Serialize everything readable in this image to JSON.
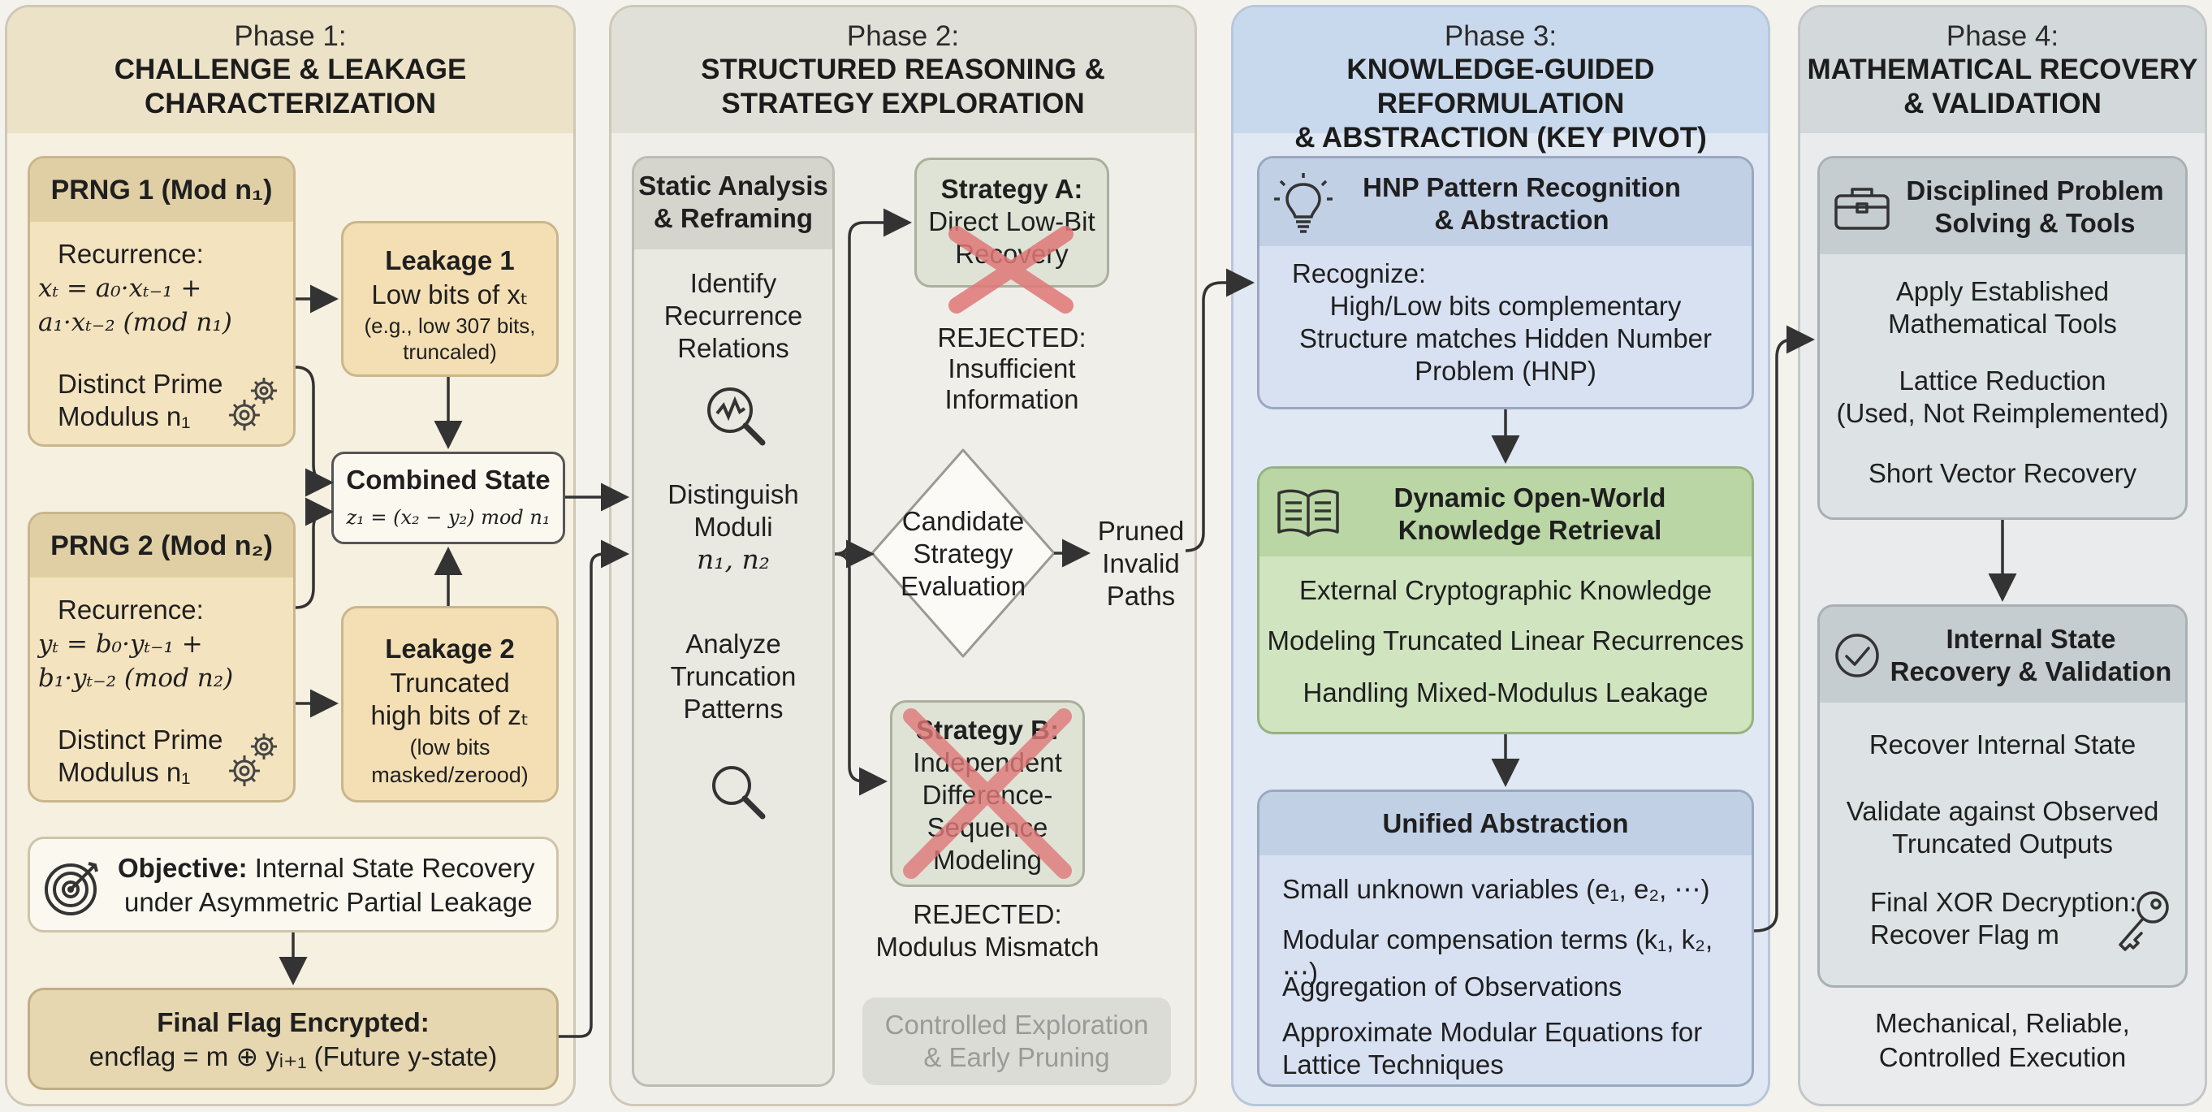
{
  "phases": [
    {
      "num": "Phase 1:",
      "title1": "CHALLENGE & LEAKAGE",
      "title2": "CHARACTERIZATION"
    },
    {
      "num": "Phase 2:",
      "title1": "STRUCTURED REASONING &",
      "title2": "STRATEGY EXPLORATION"
    },
    {
      "num": "Phase 3:",
      "title1": "KNOWLEDGE-GUIDED REFORMULATION",
      "title2": "& ABSTRACTION (KEY PIVOT)"
    },
    {
      "num": "Phase 4:",
      "title1": "MATHEMATICAL RECOVERY",
      "title2": "& VALIDATION"
    }
  ],
  "p1": {
    "prng1": {
      "title": "PRNG 1 (Mod n₁)",
      "rec_label": "Recurrence:",
      "eq1": "xₜ = a₀·xₜ₋₁ +",
      "eq2": "a₁·xₜ₋₂ (mod n₁)",
      "mod1": "Distinct Prime",
      "mod2": "Modulus n₁"
    },
    "prng2": {
      "title": "PRNG 2 (Mod n₂)",
      "rec_label": "Recurrence:",
      "eq1": "yₜ = b₀·yₜ₋₁ +",
      "eq2": "b₁·yₜ₋₂ (mod n₂)",
      "mod1": "Distinct Prime",
      "mod2": "Modulus n₁"
    },
    "leak1": {
      "title": "Leakage 1",
      "l1": "Low bits of xₜ",
      "l2": "(e.g., low 307 bits,",
      "l3": "truncaled)"
    },
    "leak2": {
      "title": "Leakage 2",
      "l1": "Truncated",
      "l2": "high bits of zₜ",
      "l3": "(low bits",
      "l4": "masked/zerood)"
    },
    "combined": {
      "title": "Combined State",
      "eq": "z₁ = (x₂ − y₂) mod n₁"
    },
    "objective": {
      "bold": "Objective:",
      "l1": " Internal State Recovery",
      "l2": "under Asymmetric Partial Leakage"
    },
    "final": {
      "title": "Final Flag Encrypted:",
      "eq": "encflag = m ⊕ yᵢ₊₁ (Future y-state)"
    }
  },
  "p2": {
    "static": {
      "title1": "Static Analysis",
      "title2": "& Reframing",
      "i1a": "Identify",
      "i1b": "Recurrence",
      "i1c": "Relations",
      "i2a": "Distinguish",
      "i2b": "Moduli",
      "i2c": "n₁, n₂",
      "i3a": "Analyze",
      "i3b": "Truncation",
      "i3c": "Patterns"
    },
    "stratA": {
      "l1": "Strategy A:",
      "l2": "Direct Low-Bit",
      "l3": "Recovery"
    },
    "rejA": {
      "l1": "REJECTED:",
      "l2": "Insufficient",
      "l3": "Information"
    },
    "cand": {
      "l1": "Candidate",
      "l2": "Strategy",
      "l3": "Evaluation"
    },
    "pruned": {
      "l1": "Pruned",
      "l2": "Invalid",
      "l3": "Paths"
    },
    "stratB": {
      "l1": "Strategy B:",
      "l2": "Independent",
      "l3": "Difference-",
      "l4": "Sequence",
      "l5": "Modeling"
    },
    "rejB": {
      "l1": "REJECTED:",
      "l2": "Modulus Mismatch"
    },
    "controlled": {
      "l1": "Controlled Exploration",
      "l2": "& Early Pruning"
    }
  },
  "p3": {
    "hnp": {
      "title1": "HNP Pattern Recognition",
      "title2": "& Abstraction",
      "r0": "Recognize:",
      "r1": "High/Low bits complementary",
      "r2": "Structure matches Hidden Number",
      "r3": "Problem (HNP)"
    },
    "dyn": {
      "title1": "Dynamic Open-World",
      "title2": "Knowledge Retrieval",
      "r1": "External Cryptographic Knowledge",
      "r2": "Modeling Truncated Linear Recurrences",
      "r3": "Handling Mixed-Modulus Leakage"
    },
    "uni": {
      "title": "Unified Abstraction",
      "r1": "Small unknown variables (e₁, e₂, ⋯)",
      "r2": "Modular compensation terms (k₁, k₂, ⋯)",
      "r3": "Aggregation of Observations",
      "r4a": "Approximate Modular Equations for",
      "r4b": "Lattice Techniques"
    }
  },
  "p4": {
    "disc": {
      "title1": "Disciplined Problem",
      "title2": "Solving & Tools",
      "r1a": "Apply Established",
      "r1b": "Mathematical Tools",
      "r2a": "Lattice Reduction",
      "r2b": "(Used, Not Reimplemented)",
      "r3": "Short Vector Recovery"
    },
    "isr": {
      "title1": "Internal State",
      "title2": "Recovery & Validation",
      "r1": "Recover Internal State",
      "r2a": "Validate against Observed",
      "r2b": "Truncated Outputs",
      "r3a": "Final XOR Decryption:",
      "r3b": "Recover Flag m"
    },
    "footer1": "Mechanical, Reliable,",
    "footer2": "Controlled Execution"
  },
  "colors": {
    "phase1": "#f3ead6",
    "phase2": "#ecebe5",
    "phase3": "#d6e3f2",
    "phase4": "#e6e9ea",
    "green": "#d6e8c6",
    "reject": "#e07575"
  }
}
